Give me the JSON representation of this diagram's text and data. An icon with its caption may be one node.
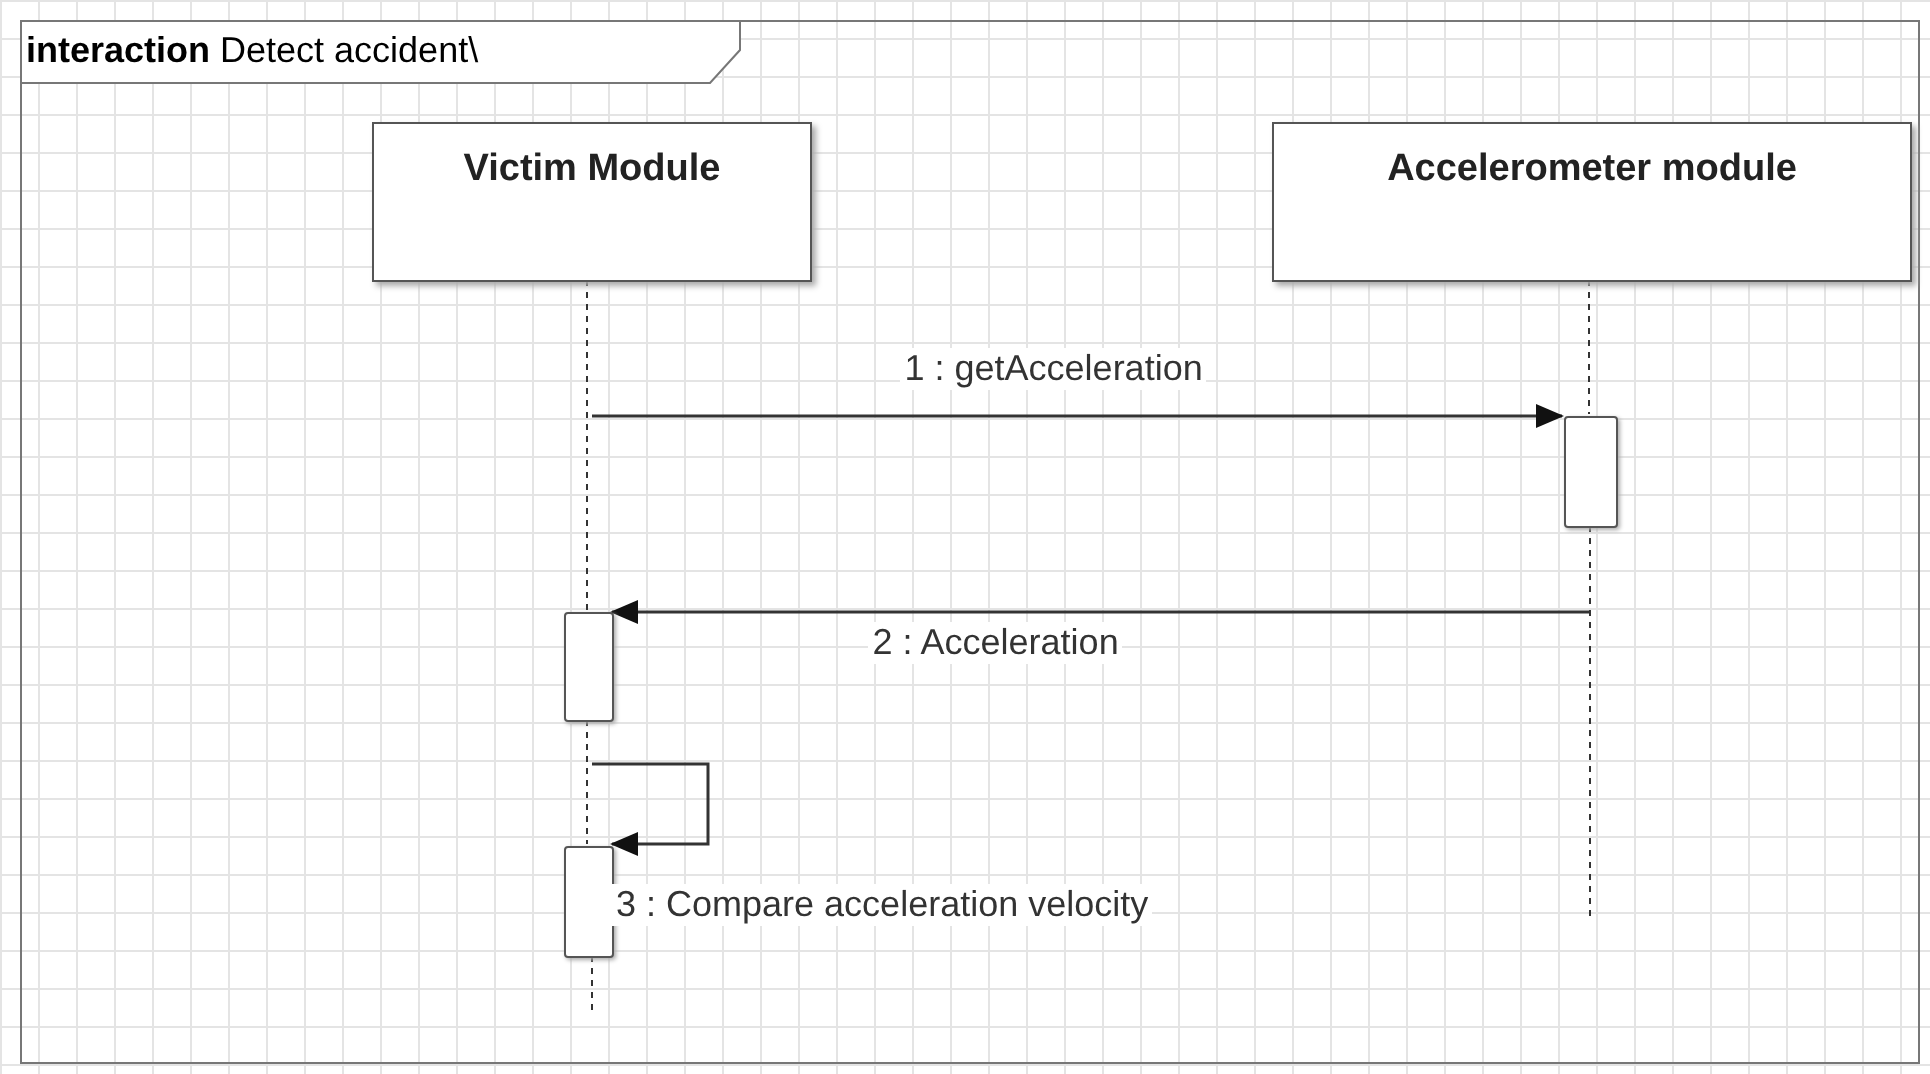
{
  "diagram": {
    "nodes": [
      {
        "text": [
          "**interaction** Detect accident\\"
        ]
      },
      {
        "text": [
          "Victim Module"
        ],
        "in": 0
      },
      {
        "text": [
          "Accelerometer module"
        ],
        "in": 0
      },
      {
        "text": [],
        "shape": "bar",
        "in": 0
      },
      {
        "text": [],
        "shape": "bar",
        "in": 0
      },
      {
        "text": [],
        "shape": "bar",
        "in": 0
      }
    ],
    "edges": [
      {
        "from": 1,
        "to": 4,
        "arrow": "none",
        "style": "dashed"
      },
      {
        "from": 4,
        "to": 5,
        "arrow": "none",
        "style": "dashed"
      },
      {
        "from": 2,
        "to": 3,
        "arrow": "none",
        "style": "dashed"
      },
      {
        "from": null,
        "to": 3,
        "arrow": "to",
        "label": "1 : getAcceleration"
      },
      {
        "from": null,
        "to": 4,
        "arrow": "to",
        "label": "2 : Acceleration"
      },
      {
        "from": null,
        "to": 5,
        "arrow": "to",
        "label": "3 : Compare acceleration velocity"
      }
    ]
  }
}
